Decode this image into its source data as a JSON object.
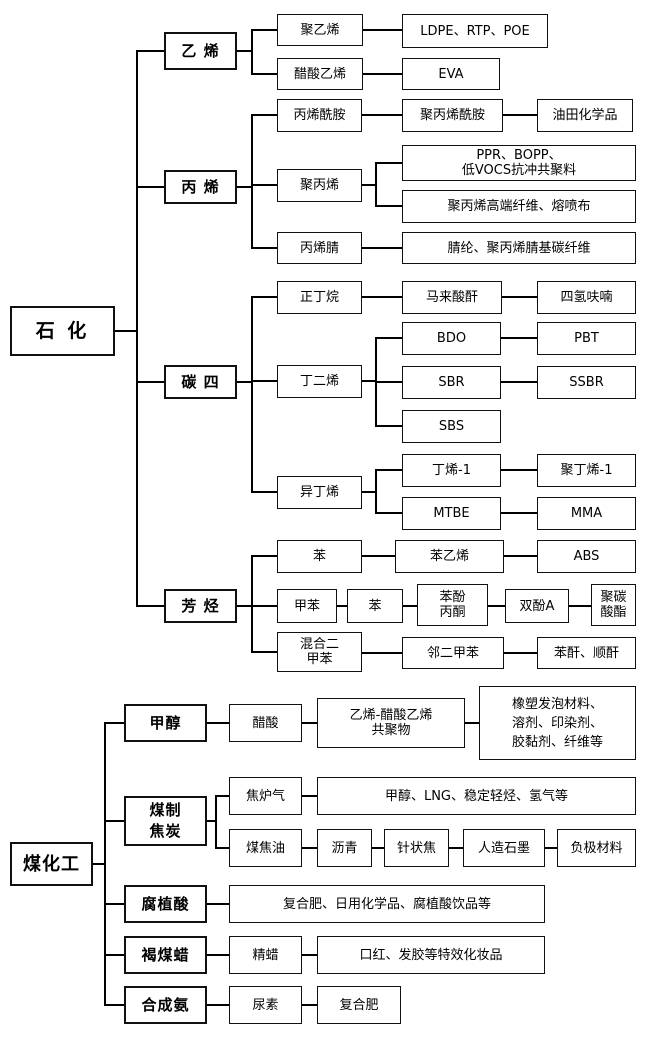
{
  "diagram": {
    "nodes": {
      "shihua": "石 化",
      "yixi": "乙 烯",
      "juyixi": "聚乙烯",
      "ldpe": "LDPE、RTP、POE",
      "cusuan_yixi": "醋酸乙烯",
      "eva": "EVA",
      "bingxi": "丙 烯",
      "bingxi_xianan": "丙烯酰胺",
      "ju_bingxi_xianan": "聚丙烯酰胺",
      "youtian": "油田化学品",
      "jubingxi": "聚丙烯",
      "ppr": "PPR、BOPP、\n低VOCS抗冲共聚料",
      "gaoduan": "聚丙烯高端纤维、熔喷布",
      "bingxijing": "丙烯腈",
      "jinglun": "腈纶、聚丙烯腈基碳纤维",
      "tansi": "碳 四",
      "zhengdingwan": "正丁烷",
      "malaisuangan": "马来酸酐",
      "sigingfunan": "四氢呋喃",
      "dingerxi": "丁二烯",
      "bdo": "BDO",
      "pbt": "PBT",
      "sbr": "SBR",
      "ssbr": "SSBR",
      "sbs": "SBS",
      "yidingxi": "异丁烯",
      "dingxi1": "丁烯-1",
      "judingxi1": "聚丁烯-1",
      "mtbe": "MTBE",
      "mma": "MMA",
      "fangting": "芳 烃",
      "ben1": "苯",
      "benyixi": "苯乙烯",
      "abs": "ABS",
      "jiaben": "甲苯",
      "ben2": "苯",
      "benfen": "苯酚\n丙酮",
      "shuangfen": "双酚A",
      "jutansuanzhi": "聚碳\n酸酯",
      "hunhe": "混合二\n甲苯",
      "lingerjiaben": "邻二甲苯",
      "bengan": "苯酐、顺酐",
      "meihuagong": "煤化工",
      "jiachun": "甲醇",
      "cusuan": "醋酸",
      "eva_copolymer": "乙烯-醋酸乙烯\n共聚物",
      "xiangsu": "橡塑发泡材料、\n溶剂、印染剂、\n胶黏剂、纤维等",
      "meizhi": "煤制\n焦炭",
      "jiaoluqi": "焦炉气",
      "jiachun_lng": "甲醇、LNG、稳定轻烃、氢气等",
      "meijiaoyou": "煤焦油",
      "liqing": "沥青",
      "zhenzhuangjiao": "针状焦",
      "renzao": "人造石墨",
      "fuji": "负极材料",
      "fuzhisuan": "腐植酸",
      "fuhefei1": "复合肥、日用化学品、腐植酸饮品等",
      "hemeila": "褐煤蜡",
      "jingla": "精蜡",
      "kouhong": "口红、发胶等特效化妆品",
      "hechengan": "合成氨",
      "niaosu": "尿素",
      "fuhefei2": "复合肥"
    }
  }
}
